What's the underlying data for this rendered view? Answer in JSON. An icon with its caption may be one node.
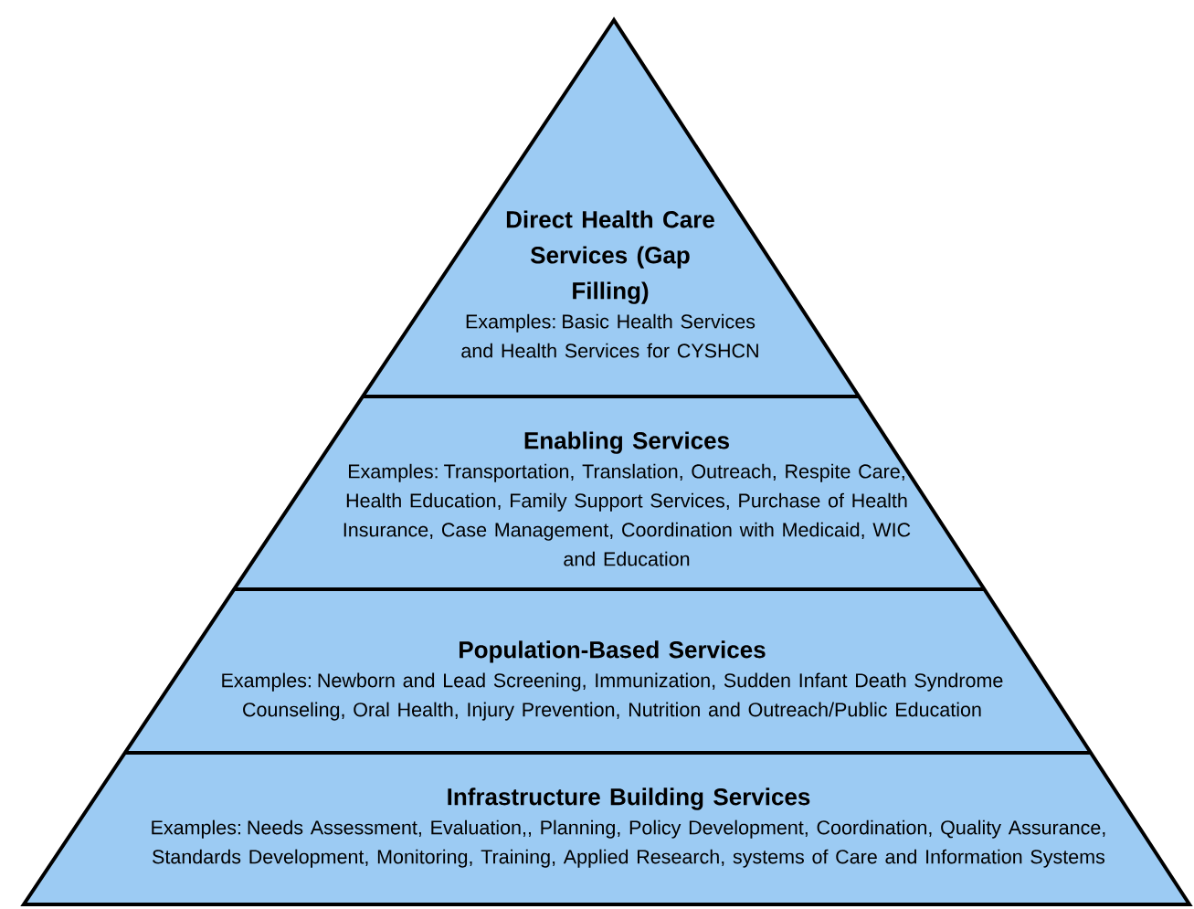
{
  "diagram": {
    "nodes": [
      {
        "text": [
          "Direct Health Care Services (Gap Filling)",
          "Examples: Basic Health Services and Health Services for CYSHCN"
        ]
      },
      {
        "text": [
          "Enabling Services",
          "Examples: Transportation, Translation, Outreach, Respite Care, Health Education, Family Support Services, Purchase of Health Insurance, Case Management, Coordination with Medicaid, WIC and Education"
        ]
      },
      {
        "text": [
          "Population-Based Services",
          "Examples: Newborn and Lead Screening, Immunization, Sudden Infant Death Syndrome Counseling, Oral Health, Injury Prevention, Nutrition and Outreach/Public Education"
        ]
      },
      {
        "text": [
          "Infrastructure Building Services",
          "Examples: Needs Assessment, Evaluation,, Planning, Policy Development, Coordination, Quality Assurance, Standards Development, Monitoring, Training, Applied Research, systems of Care and Information Systems"
        ]
      }
    ]
  }
}
